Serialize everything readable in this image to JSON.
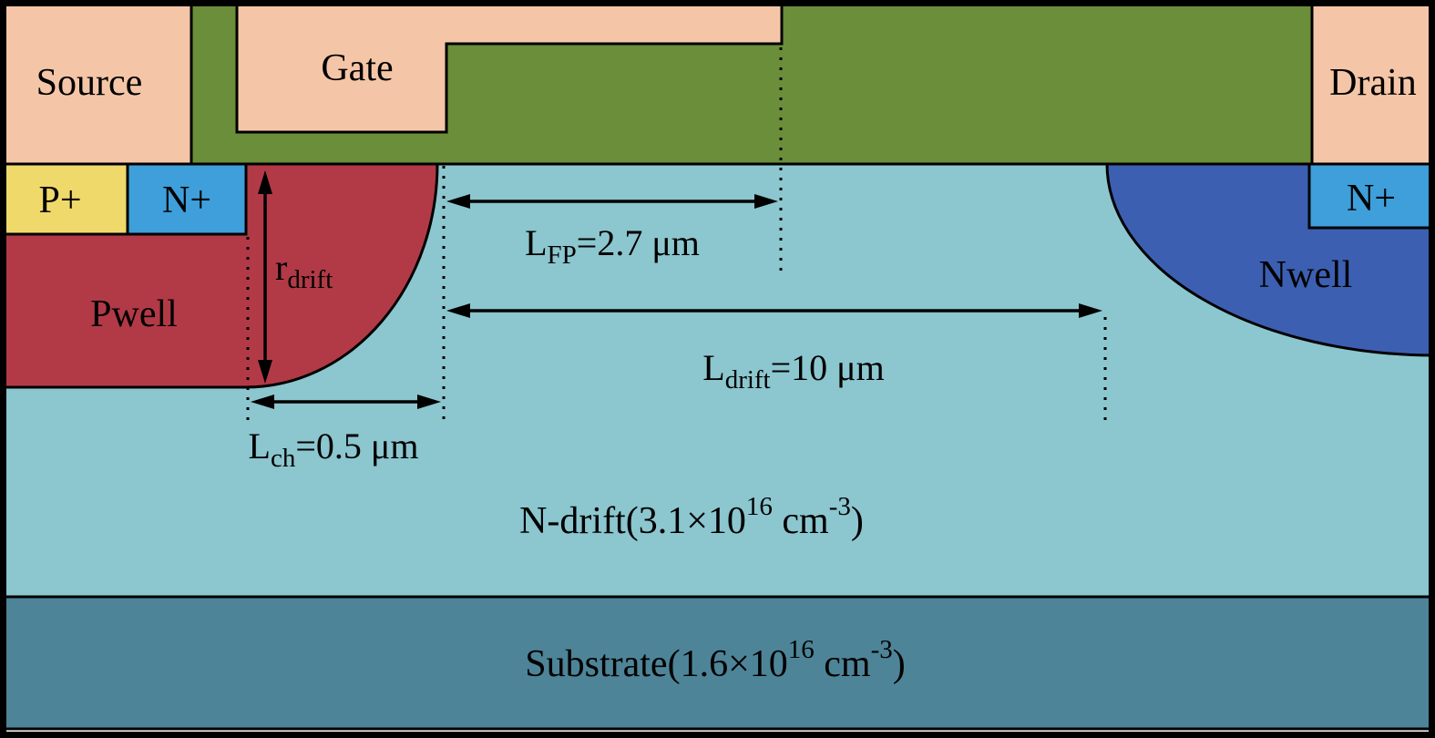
{
  "colors": {
    "contact": "#f4c6a7",
    "oxide": "#6b8e3a",
    "p_plus": "#efd96b",
    "n_plus": "#3e9fdb",
    "pwell": "#b23a47",
    "nwell": "#3c5fb2",
    "n_drift": "#8cc6cf",
    "substrate": "#4e8498",
    "outline": "#000000"
  },
  "labels": {
    "source": "Source",
    "gate": "Gate",
    "drain": "Drain",
    "p_plus": "P+",
    "n_plus_left": "N+",
    "n_plus_right": "N+",
    "pwell": "Pwell",
    "nwell": "Nwell"
  },
  "doping": {
    "n_drift": {
      "pre": "N-drift(3.1×10",
      "exp": "16",
      "mid": " cm",
      "exp2": "-3",
      "post": ")"
    },
    "substrate": {
      "pre": "Substrate(1.6×10",
      "exp": "16",
      "mid": " cm",
      "exp2": "-3",
      "post": ")"
    }
  },
  "dims": {
    "r_drift": {
      "base": "r",
      "sub": "drift"
    },
    "l_fp": {
      "base": "L",
      "sub": "FP",
      "value": "=2.7 μm"
    },
    "l_drift": {
      "base": "L",
      "sub": "drift",
      "value": "=10 μm"
    },
    "l_ch": {
      "base": "L",
      "sub": "ch",
      "value": "=0.5 μm"
    }
  }
}
